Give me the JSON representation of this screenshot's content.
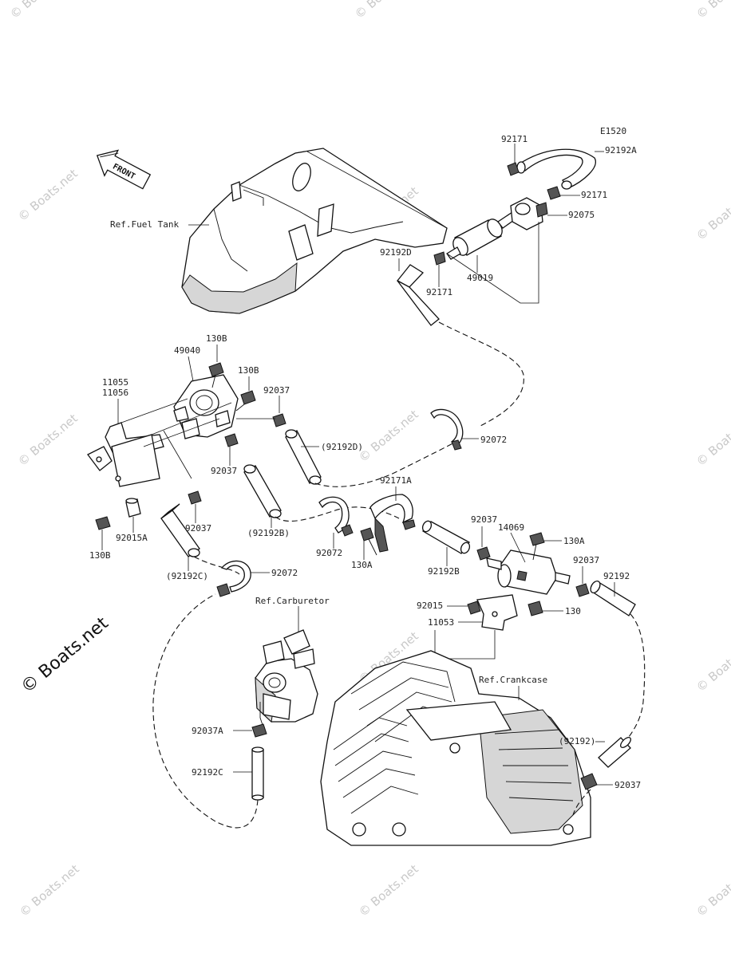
{
  "diagram_code": "E1520",
  "front_indicator": "FRONT",
  "watermark": "© Boats.net",
  "references": {
    "fuel_tank": "Ref.Fuel Tank",
    "carburetor": "Ref.Carburetor",
    "crankcase": "Ref.Crankcase"
  },
  "labels": {
    "p92171_top": "92171",
    "p92192A": "92192A",
    "p92171_right": "92171",
    "p92075": "92075",
    "p92192D_top": "92192D",
    "p92171_bottom": "92171",
    "p49019": "49019",
    "p130B_top": "130B",
    "p49040": "49040",
    "p130B_mid": "130B",
    "p11055": "11055",
    "p11056": "11056",
    "p92037_a": "92037",
    "p92192D_mid": "(92192D)",
    "p92072_a": "92072",
    "p92037_b": "92037",
    "p92171A": "92171A",
    "p92037_c": "92037",
    "p14069": "14069",
    "p130A_a": "130A",
    "p92015A": "92015A",
    "p92037_d": "92037",
    "p92192B_mid": "(92192B)",
    "p92072_b": "92072",
    "p130A_b": "130A",
    "p92192B": "92192B",
    "p92037_e": "92037",
    "p92192": "92192",
    "p130B_bottom": "130B",
    "p92192C_mid": "(92192C)",
    "p92072_c": "92072",
    "p92015": "92015",
    "p130": "130",
    "p11053": "11053",
    "p92037A": "92037A",
    "p92192C": "92192C",
    "p92192_mid": "(92192)",
    "p92037_f": "92037"
  }
}
